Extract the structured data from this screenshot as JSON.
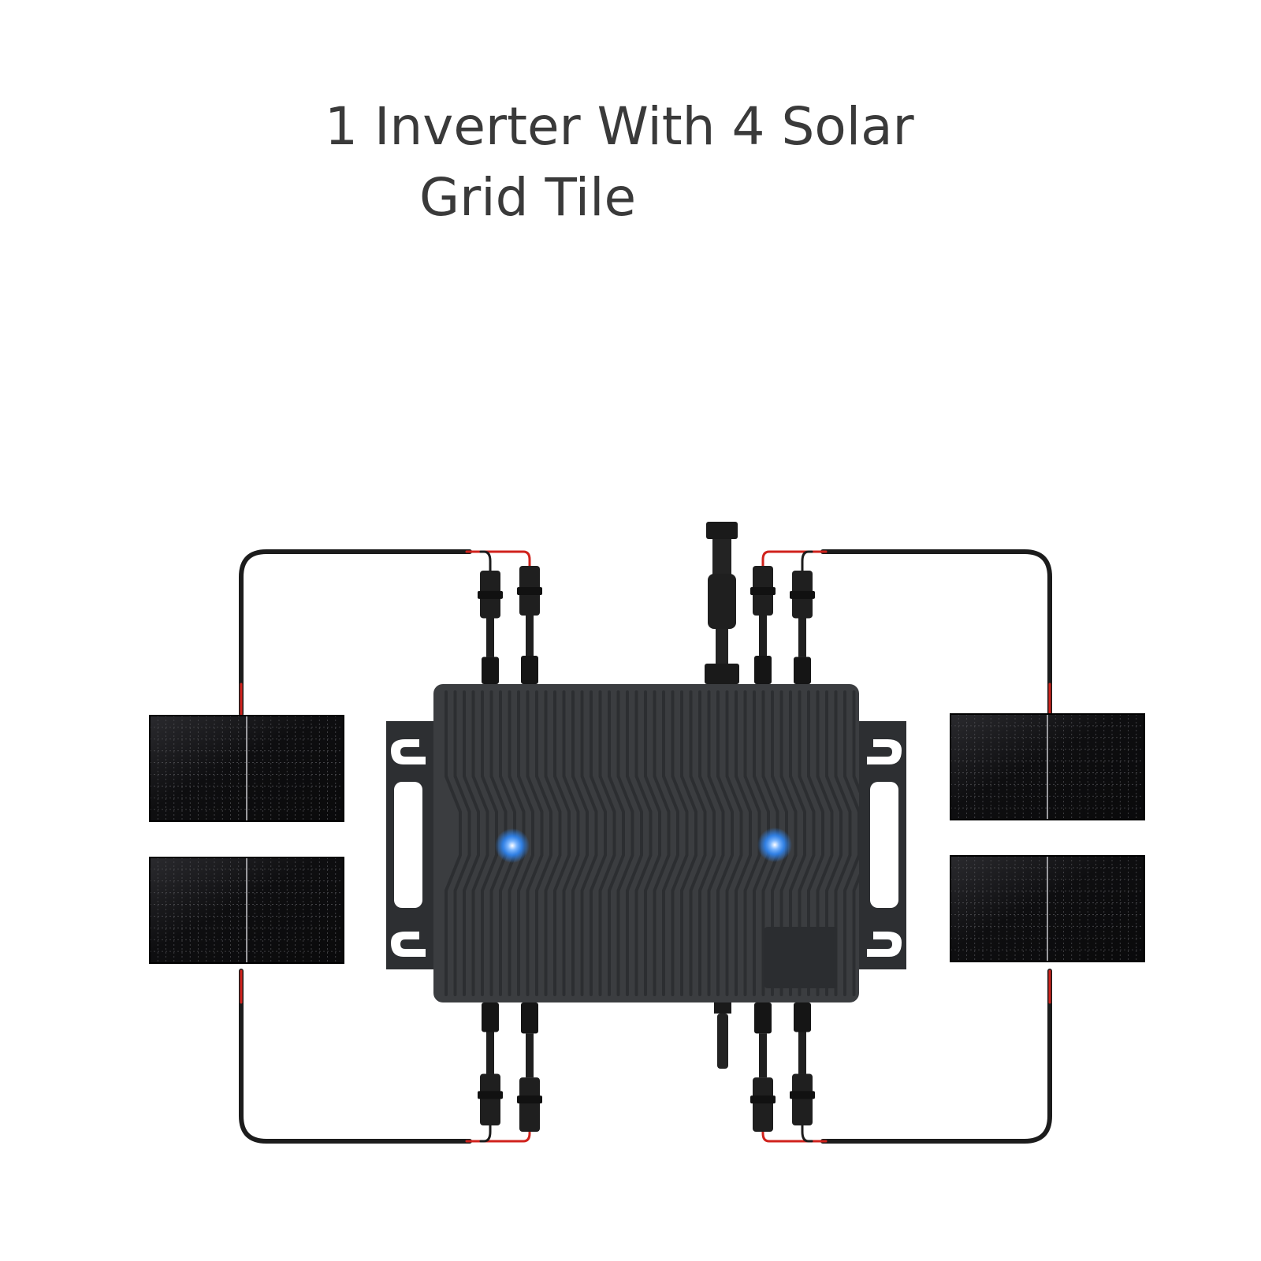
{
  "title": {
    "line1": "1 Inverter With 4 Solar",
    "line2": "Grid Tile",
    "color": "#3a3a3a"
  },
  "system": {
    "inverter_count": 1,
    "panel_count": 4,
    "status_led_count": 2
  },
  "colors": {
    "inverter_body": "#3b3d40",
    "inverter_fin": "#2c2e31",
    "mounting_plate": "#2d2f32",
    "panel_cell": "#0e0e10",
    "panel_grid": "#4a4a4e",
    "cable": "#1c1c1c",
    "cable_positive": "#d0221c",
    "connector": "#1f1f1f",
    "led": "#2f8bff"
  },
  "icons": {
    "panel": "solar-panel-icon",
    "inverter": "microinverter-icon",
    "led": "status-led-icon",
    "connector": "mc4-connector-icon"
  }
}
